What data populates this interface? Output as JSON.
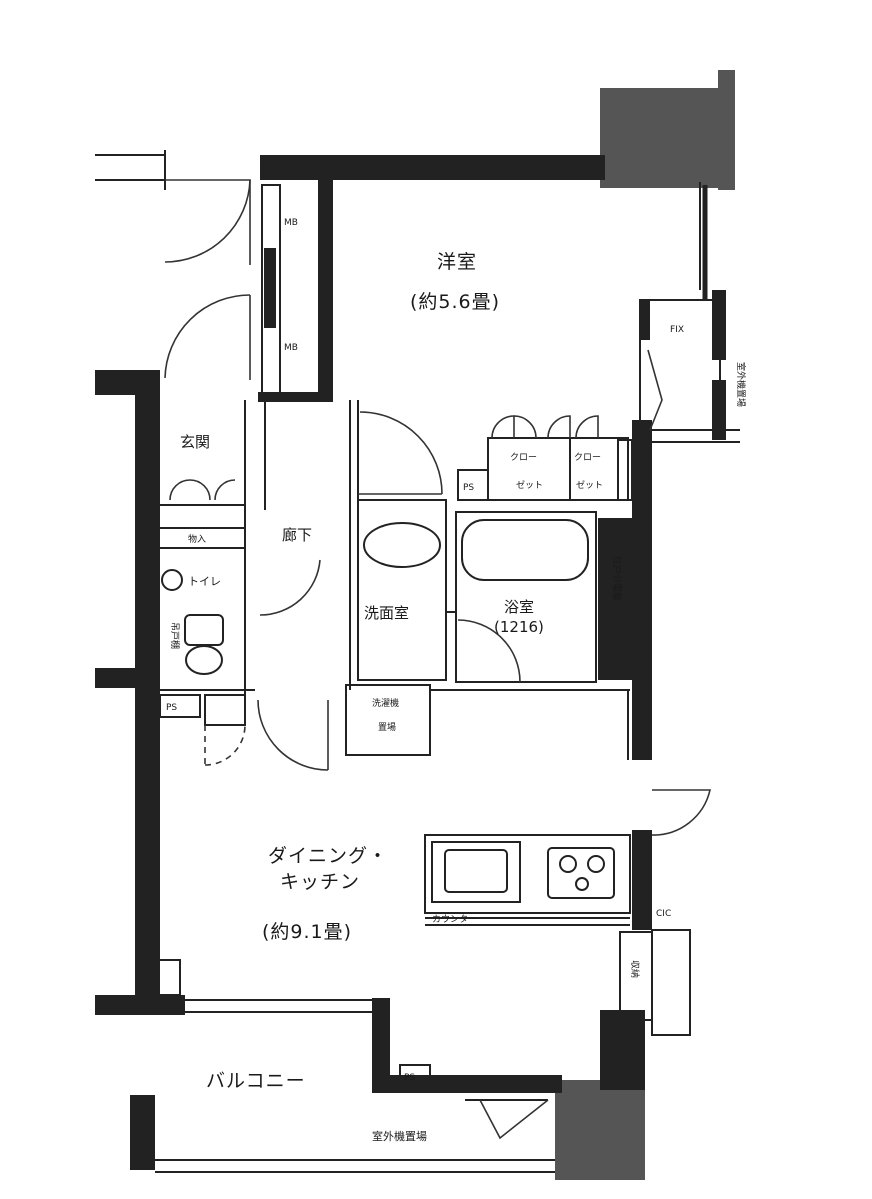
{
  "rooms": {
    "western_room": "洋室",
    "western_room_size": "(約5.6畳)",
    "entrance": "玄関",
    "hallway": "廊下",
    "toilet": "トイレ",
    "washroom": "洗面室",
    "bathroom": "浴室",
    "bathroom_size": "(1216)",
    "dining_kitchen_line1": "ダイニング・",
    "dining_kitchen_line2": "キッチン",
    "dining_kitchen_size": "(約9.1畳)",
    "balcony": "バルコニー"
  },
  "fixtures": {
    "mb_upper": "MB",
    "mb_lower": "MB",
    "fix_window": "FIX",
    "closet_left_line1": "クロー",
    "closet_left_line2": "ゼット",
    "closet_right_line1": "クロー",
    "closet_right_line2": "ゼット",
    "ps_upper": "PS",
    "ps_toilet": "PS",
    "ps_balcony": "PS",
    "storage": "物入",
    "washer_space_line1": "洗濯機",
    "washer_space_line2": "置場",
    "counter": "カウンター",
    "outdoor_unit_top": "室外機置場",
    "outdoor_unit_bottom": "室外機置場",
    "distribution_board": "住戸分電盤",
    "toilet_shelf": "吊戸棚",
    "ck": "CIC",
    "pantry": "収納"
  }
}
